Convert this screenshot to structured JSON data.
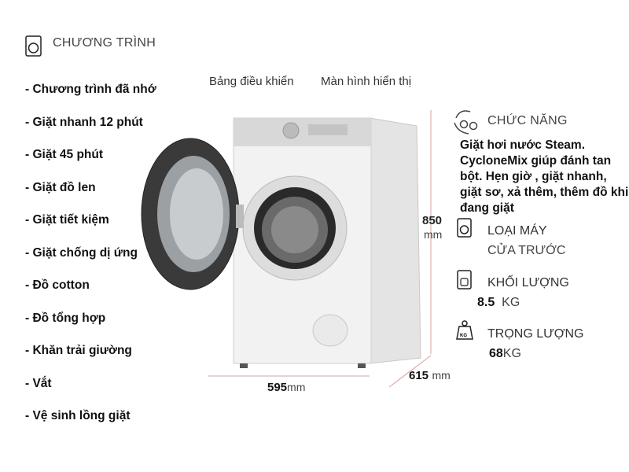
{
  "programs": {
    "title": "CHƯƠNG TRÌNH",
    "icon": "washing-machine-icon",
    "items": [
      "- Chương trình đã nhớ",
      "- Giặt nhanh 12 phút",
      "- Giặt 45 phút",
      "- Giặt đồ len",
      "- Giặt tiết kiệm",
      "- Giặt chống dị ứng",
      "- Đồ cotton",
      "- Đồ tổng hợp",
      "- Khăn trải giường",
      "- Vắt",
      "- Vệ sinh lồng giặt"
    ]
  },
  "callouts": {
    "control_panel": "Bảng điều khiển",
    "display": "Màn hình hiển thị"
  },
  "dimensions": {
    "height_value": "850",
    "height_unit": "mm",
    "width": "595",
    "width_unit": "mm",
    "depth": "615",
    "depth_unit": "mm",
    "line_color": "#d9a0a0"
  },
  "features": {
    "title": "CHỨC NĂNG",
    "icon": "gears-icon",
    "description": "Giặt hơi nước Steam. CycloneMix giúp đánh tan bột. Hẹn giờ , giặt nhanh, giặt sơ, xả thêm, thêm đồ khi đang giặt"
  },
  "specs": [
    {
      "label": "LOẠI MÁY",
      "value": "CỬA TRƯỚC",
      "icon": "washing-machine-icon"
    },
    {
      "label": "KHỐI LƯỢNG",
      "value_num": "8.5",
      "value_unit": "KG",
      "icon": "laundry-weight-icon"
    },
    {
      "label": "TRỌNG LƯỢNG",
      "value_num": "68",
      "value_unit": "KG",
      "icon": "kg-weight-icon"
    }
  ]
}
